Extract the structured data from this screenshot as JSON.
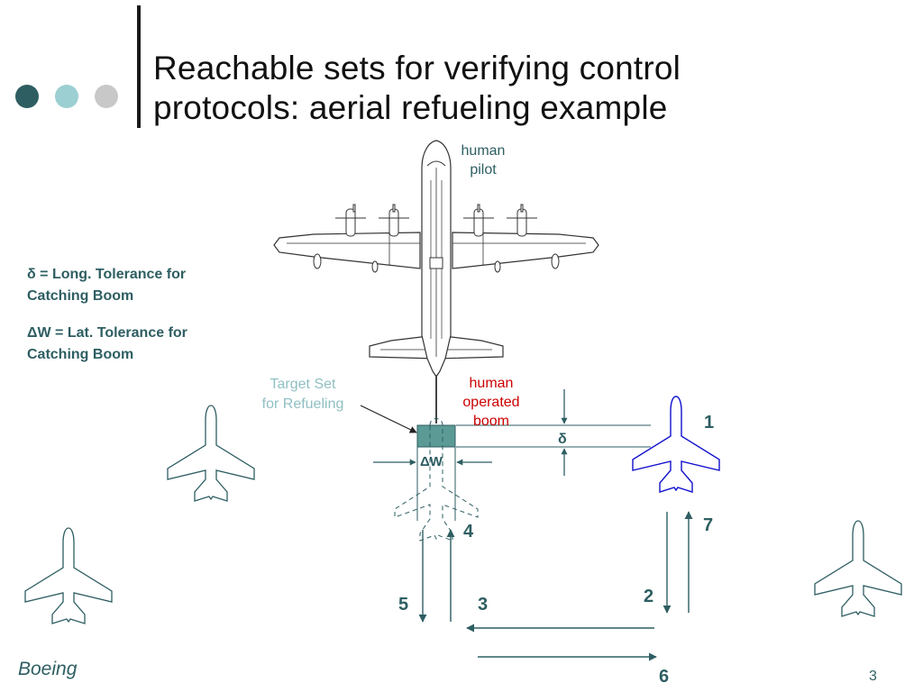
{
  "title": {
    "line1": "Reachable sets for verifying control",
    "line2": "protocols:  aerial refueling example"
  },
  "colors": {
    "accent_dark": "#2e5e62",
    "accent_light": "#9bcfd1",
    "accent_gray": "#c8c8c8",
    "boom_red": "#cc0000",
    "target_fill": "#5c9a96",
    "target_label": "#8fbfc3",
    "aircraft_blue": "#1010cc"
  },
  "diagram": {
    "human_pilot": [
      "human",
      "pilot"
    ],
    "definitions": [
      [
        "δ = Long. Tolerance for",
        "Catching Boom"
      ],
      [
        "ΔW = Lat. Tolerance for",
        "Catching Boom"
      ]
    ],
    "target_set": [
      "Target Set",
      "for Refueling"
    ],
    "human_boom": [
      "human",
      "operated",
      "boom"
    ],
    "delta_label": "δ",
    "delta_w_label": "ΔW",
    "steps": [
      "1",
      "2",
      "3",
      "4",
      "5",
      "6",
      "7"
    ]
  },
  "footer": {
    "source": "Boeing",
    "page_number": "3"
  }
}
